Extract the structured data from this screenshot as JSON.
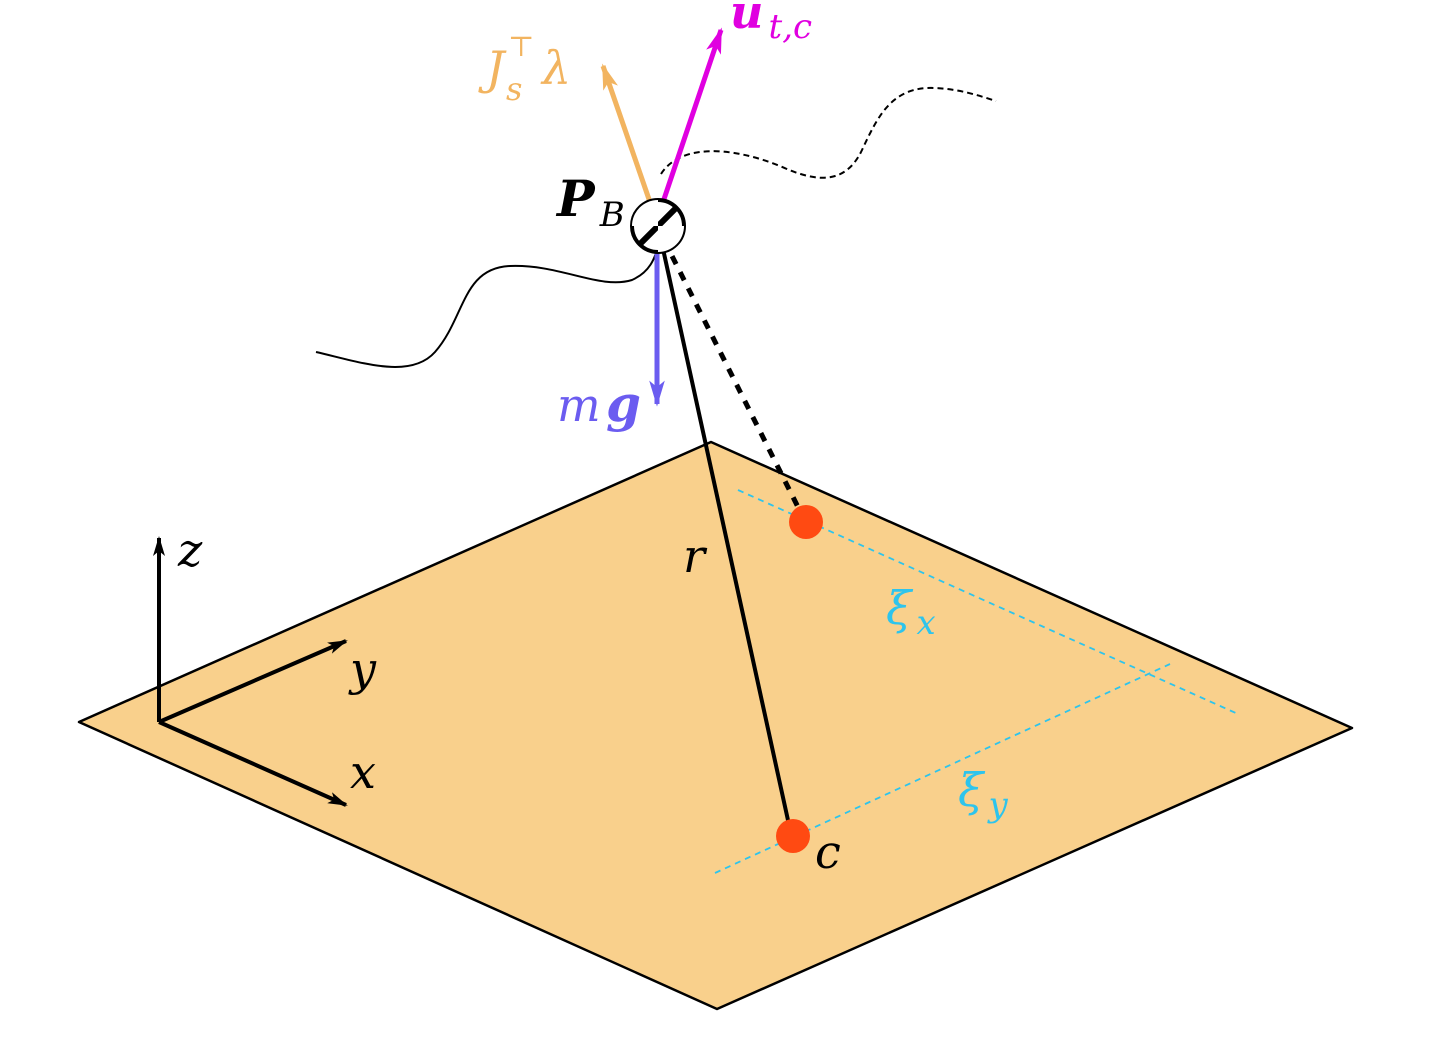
{
  "labels": {
    "pb_main": "P",
    "pb_sub": "B",
    "ut_main": "u",
    "ut_sub": "t,c",
    "js_main": "J",
    "js_sub": "s",
    "js_sup": "⊤",
    "js_lambda": "λ",
    "mg_m": "m",
    "mg_g": "g",
    "r": "r",
    "c": "c",
    "xi_x_main": "ξ",
    "xi_x_sub": "x",
    "xi_y_main": "ξ",
    "xi_y_sub": "y",
    "axis_x": "x",
    "axis_y": "y",
    "axis_z": "z"
  },
  "colors": {
    "plane_fill": "#f9d08c",
    "gravity": "#6b5cf0",
    "thrust": "#e000e0",
    "constraint_force": "#f2b460",
    "contact_point": "#ff4a12",
    "foothold_lines": "#2ec4ec",
    "ink": "#000000"
  }
}
